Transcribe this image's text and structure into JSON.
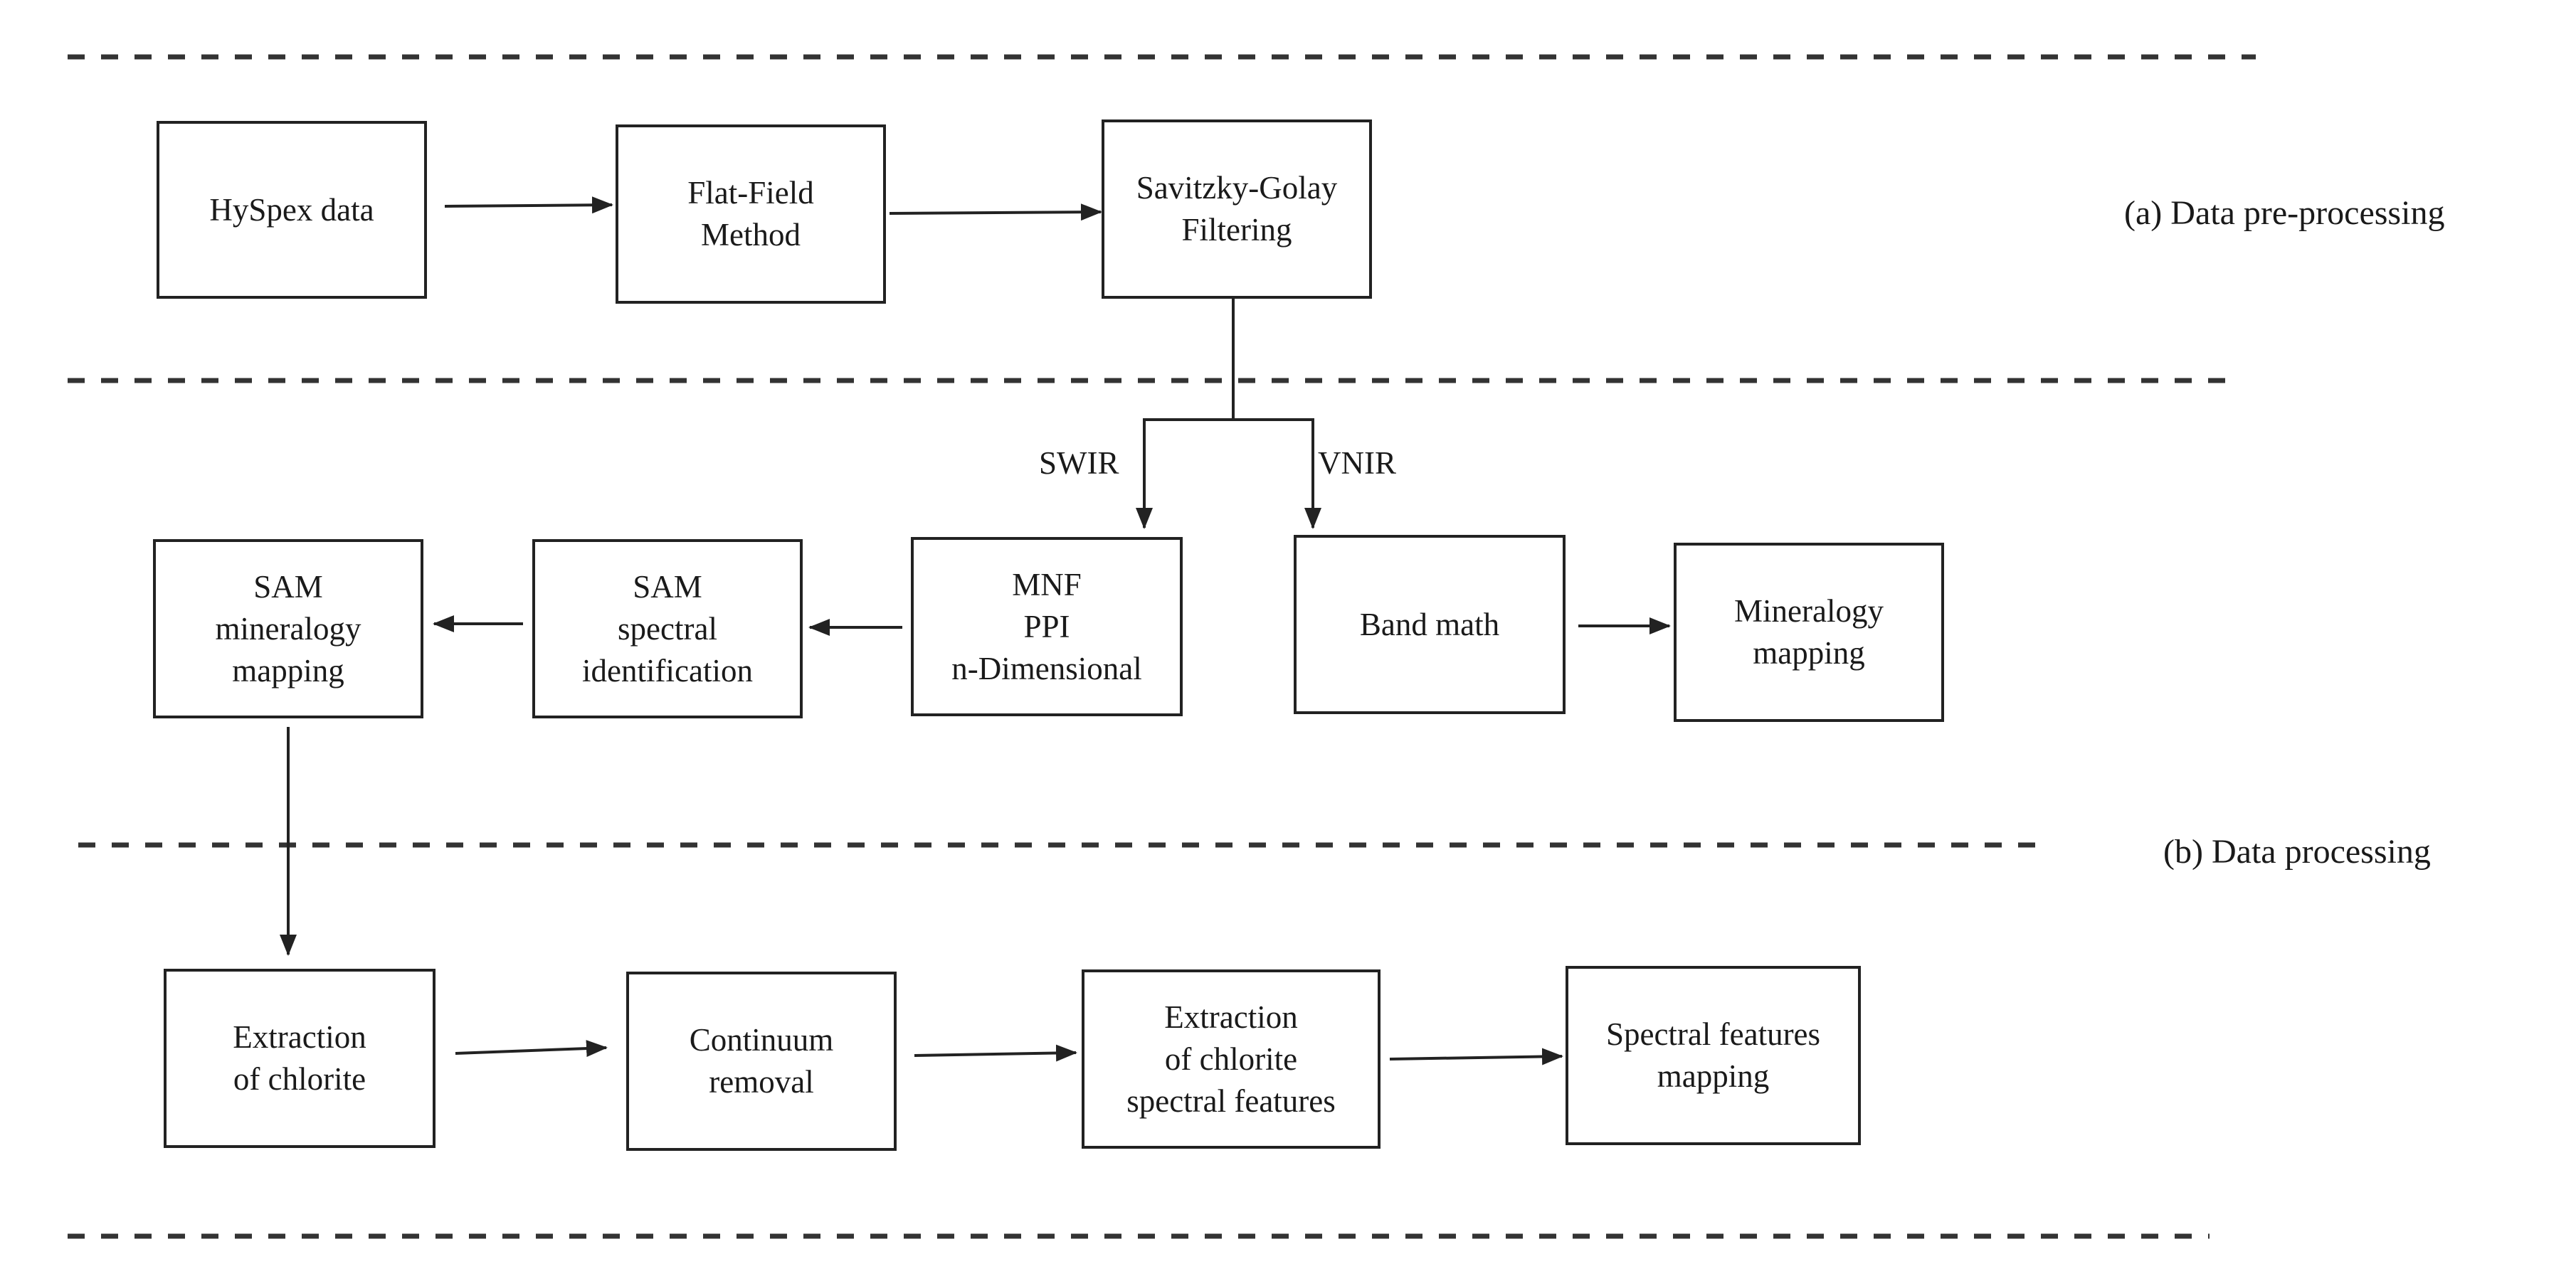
{
  "sections": {
    "preprocessing_label": "(a) Data pre-processing",
    "processing_label": "(b) Data processing"
  },
  "nodes": {
    "hyspex": [
      "HySpex  data"
    ],
    "flatfield": [
      "Flat-Field",
      "Method"
    ],
    "savitzky": [
      "Savitzky-Golay",
      "Filtering"
    ],
    "mnf": [
      "MNF",
      "PPI",
      "n-Dimensional"
    ],
    "sam_spectral": [
      "SAM",
      "spectral",
      "identification"
    ],
    "sam_mapping": [
      "SAM",
      "mineralogy",
      "mapping"
    ],
    "bandmath": [
      "Band math"
    ],
    "mineralogy": [
      "Mineralogy",
      "mapping"
    ],
    "extraction_chlorite": [
      "Extraction",
      "of chlorite"
    ],
    "continuum": [
      "Continuum",
      "removal"
    ],
    "extraction_features": [
      "Extraction",
      "of chlorite",
      "spectral features"
    ],
    "features_mapping": [
      "Spectral features",
      "mapping"
    ]
  },
  "branches": {
    "swir": "SWIR",
    "vnir": "VNIR"
  },
  "style": {
    "line_color": "#222222",
    "dash_color": "#333333"
  }
}
